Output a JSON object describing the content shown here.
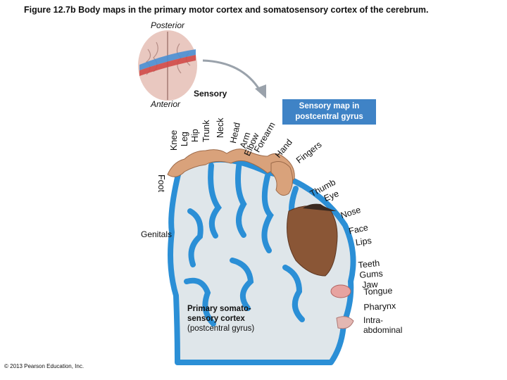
{
  "title": "Figure 12.7b  Body maps in the primary motor cortex and somatosensory cortex of the cerebrum.",
  "orientation": {
    "posterior": "Posterior",
    "anterior": "Anterior"
  },
  "arrow_label": "Sensory",
  "callout": {
    "line1": "Sensory map in",
    "line2": "postcentral gyrus"
  },
  "body_parts_top": [
    "Knee",
    "Leg",
    "Hip",
    "Trunk",
    "Neck",
    "Head",
    "Arm",
    "Elbow",
    "Forearm",
    "Hand",
    "Fingers"
  ],
  "body_parts_face": [
    "Thumb",
    "Eye",
    "Nose",
    "Face",
    "Lips"
  ],
  "body_parts_lower": [
    "Teeth",
    "Gums",
    "Jaw",
    "Tongue",
    "Pharynx",
    "Intra-",
    "abdominal"
  ],
  "foot": "Foot",
  "genitals": "Genitals",
  "cortex_label": {
    "line1": "Primary somato-",
    "line2": "sensory cortex",
    "line3": "(postcentral gyrus)"
  },
  "copyright": "© 2013 Pearson Education, Inc.",
  "colors": {
    "cortex_blue": "#2b8fd6",
    "cortex_fill": "#dfe6ea",
    "callout_bg": "#3f83c6",
    "skin": "#d9a27b"
  }
}
